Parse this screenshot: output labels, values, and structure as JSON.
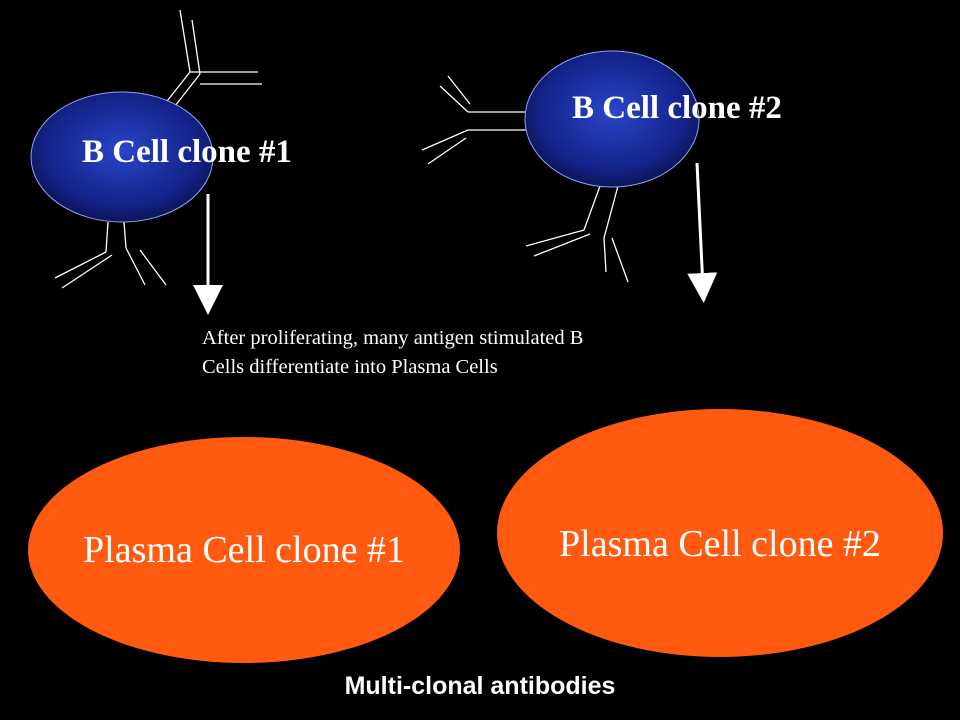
{
  "bcell1": {
    "label": "B Cell clone #1"
  },
  "bcell2": {
    "label": "B Cell clone #2"
  },
  "description": {
    "line1": "After proliferating, many antigen stimulated B",
    "line2": "Cells differentiate into Plasma Cells"
  },
  "plasma1": {
    "label": "Plasma Cell clone #1"
  },
  "plasma2": {
    "label": "Plasma Cell clone #2"
  },
  "footer": {
    "label": "Multi-clonal antibodies"
  },
  "colors": {
    "background": "#000000",
    "bcell_center": "#2a45c8",
    "bcell_edge": "#0a1040",
    "plasma": "#ff5a10",
    "text": "#ffffff"
  }
}
